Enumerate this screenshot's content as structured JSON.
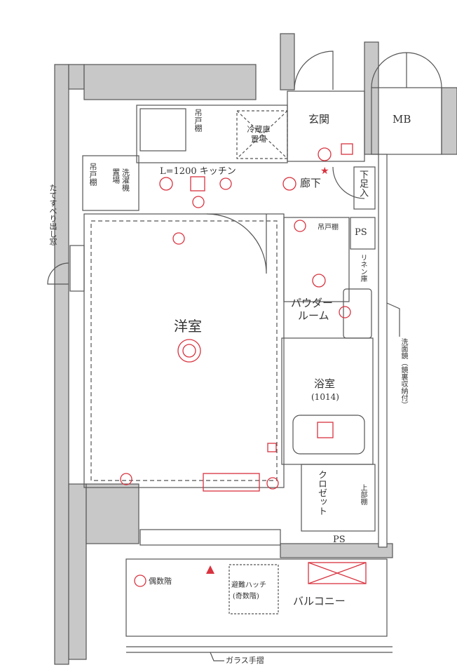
{
  "rooms": {
    "western_room": "洋室",
    "entrance": "玄関",
    "mb": "MB",
    "kitchen": "L=1200 キッチン",
    "hallway": "廊下",
    "shoe_box": "下足入",
    "ps_top": "PS",
    "ps_bottom": "PS",
    "powder_room": "パウダー\nルーム",
    "powder_room_l1": "パウダー",
    "powder_room_l2": "ルーム",
    "bathroom": "浴室",
    "bathroom_size": "(1014)",
    "closet": "クロゼット",
    "balcony": "バルコニー"
  },
  "labels": {
    "kitchen_cabinet": "吊戸棚",
    "fridge_space": "冷蔵庫置場",
    "fridge_l1": "冷蔵庫",
    "fridge_l2": "置場",
    "wall_cabinet_left": "吊戸棚",
    "washer_space": "洗濯機置場",
    "washer_l1": "洗濯機",
    "washer_l2": "置場",
    "toilet_cabinet": "吊戸棚",
    "linen": "リネン庫",
    "mirror": "洗面鏡（鏡裏収納付）",
    "shelf": "上部棚",
    "window": "たてすべり出し窓",
    "even_floor": "偶数階",
    "hatch_l1": "避難ハッチ",
    "hatch_l2": "(奇数階)",
    "glass_rail": "ガラス手摺"
  },
  "colors": {
    "wall": "#c8c8c8",
    "line": "#555555",
    "equipment": "#d9333f"
  }
}
